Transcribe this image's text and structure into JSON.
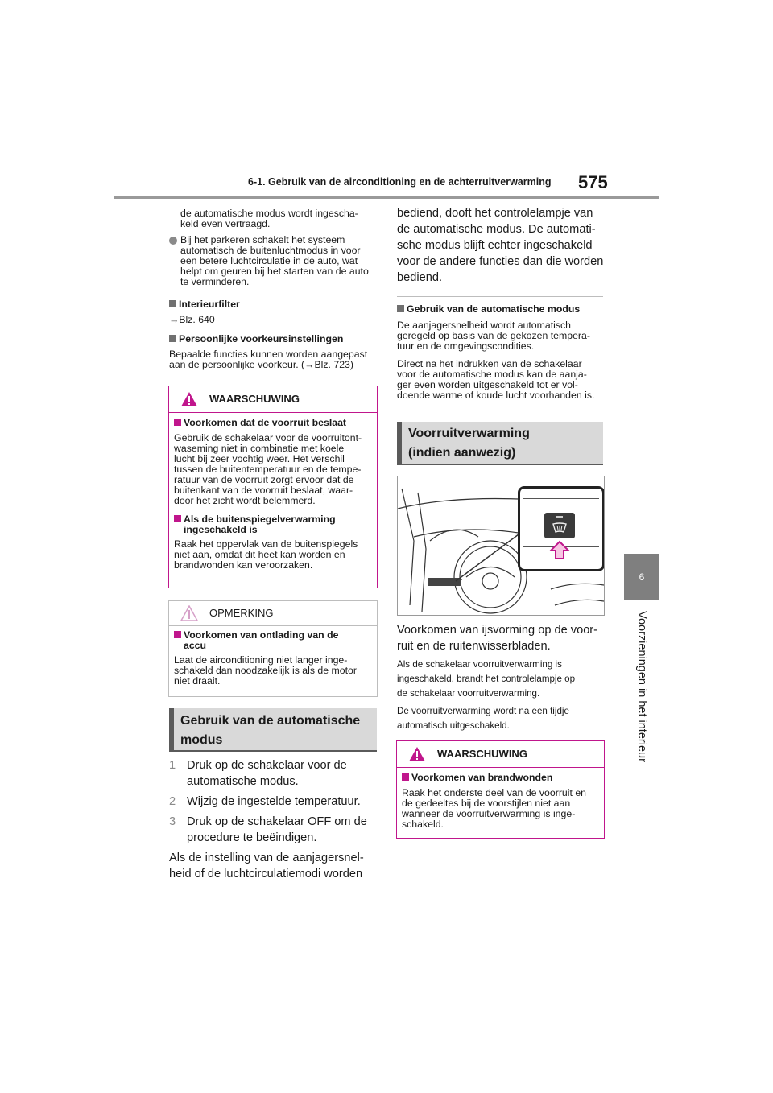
{
  "header": {
    "section_title": "6-1. Gebruik van de airconditioning en de achterruitverwarming",
    "page_number": "575"
  },
  "side_tab": {
    "number": "6",
    "label": "Voorzieningen in het interieur"
  },
  "left": {
    "p1_l1": "de automatische modus wordt ingescha-",
    "p1_l2": "keld even vertraagd.",
    "b1_l1": "Bij het parkeren schakelt het systeem",
    "b1_l2": "automatisch de buitenluchtmodus in voor",
    "b1_l3": "een betere luchtcirculatie in de auto, wat",
    "b1_l4": "helpt om geuren bij het starten van de auto",
    "b1_l5": "te verminderen.",
    "h_filter": "Interieurfilter",
    "filter_ref": "→Blz. 640",
    "h_pref": "Persoonlijke voorkeursinstellingen",
    "pref_l1": "Bepaalde functies kunnen worden aangepast",
    "pref_l2": "aan de persoonlijke voorkeur. (→Blz. 723)",
    "warning1": {
      "title": "WAARSCHUWING",
      "h1": "Voorkomen dat de voorruit beslaat",
      "t1": [
        "Gebruik de schakelaar voor de voorruitont-",
        "waseming niet in combinatie met koele",
        "lucht bij zeer vochtig weer. Het verschil",
        "tussen de buitentemperatuur en de tempe-",
        "ratuur van de voorruit zorgt ervoor dat de",
        "buitenkant van de voorruit beslaat, waar-",
        "door het zicht wordt belemmerd."
      ],
      "h2_l1": "Als de buitenspiegelverwarming",
      "h2_l2": "ingeschakeld is",
      "t2": [
        "Raak het oppervlak van de buitenspiegels",
        "niet aan, omdat dit heet kan worden en",
        "brandwonden kan veroorzaken."
      ]
    },
    "note": {
      "title": "OPMERKING",
      "h1_l1": "Voorkomen van ontlading van de",
      "h1_l2": "accu",
      "t1": [
        "Laat de airconditioning niet langer inge-",
        "schakeld dan noodzakelijk is als de motor",
        "niet draait."
      ]
    },
    "section": {
      "l1": "Gebruik van de automatische",
      "l2": "modus"
    },
    "steps": [
      {
        "n": "1",
        "l1": "Druk op de schakelaar voor de",
        "l2": "automatische modus."
      },
      {
        "n": "2",
        "l1": "Wijzig de ingestelde temperatuur.",
        "l2": ""
      },
      {
        "n": "3",
        "l1": "Druk op de schakelaar OFF om de",
        "l2": "procedure te beëindigen."
      }
    ],
    "tail_l1": "Als de instelling van de aanjagersnel-",
    "tail_l2": "heid of de luchtcirculatiemodi worden"
  },
  "right": {
    "cont": [
      "bediend, dooft het controlelampje van",
      "de automatische modus. De automati-",
      "sche modus blijft echter ingeschakeld",
      "voor de andere functies dan die worden",
      "bediend."
    ],
    "h_auto": "Gebruik van de automatische modus",
    "auto1": [
      "De aanjagersnelheid wordt automatisch",
      "geregeld op basis van de gekozen tempera-",
      "tuur en de omgevingscondities."
    ],
    "auto2": [
      "Direct na het indrukken van de schakelaar",
      "voor de automatische modus kan de aanja-",
      "ger even worden uitgeschakeld tot er vol-",
      "doende warme of koude lucht voorhanden is."
    ],
    "section": {
      "l1": "Voorruitverwarming",
      "l2": "(indien aanwezig)"
    },
    "caption_l1": "Voorkomen van ijsvorming op de voor-",
    "caption_l2": "ruit en de ruitenwisserbladen.",
    "s1": [
      "Als de schakelaar voorruitverwarming is",
      "ingeschakeld, brandt het controlelampje op",
      "de schakelaar voorruitverwarming."
    ],
    "s2": [
      "De voorruitverwarming wordt na een tijdje",
      "automatisch uitgeschakeld."
    ],
    "warning2": {
      "title": "WAARSCHUWING",
      "h1": "Voorkomen van brandwonden",
      "t1": [
        "Raak het onderste deel van de voorruit en",
        "de gedeeltes bij de voorstijlen niet aan",
        "wanneer de voorruitverwarming is inge-",
        "schakeld."
      ]
    }
  },
  "colors": {
    "warning": "#c0168c",
    "tab": "#7f7f7f",
    "section_bg": "#d9d9d9"
  },
  "icons": [
    "warning-triangle-icon",
    "defroster-icon",
    "arrow-up-icon"
  ]
}
